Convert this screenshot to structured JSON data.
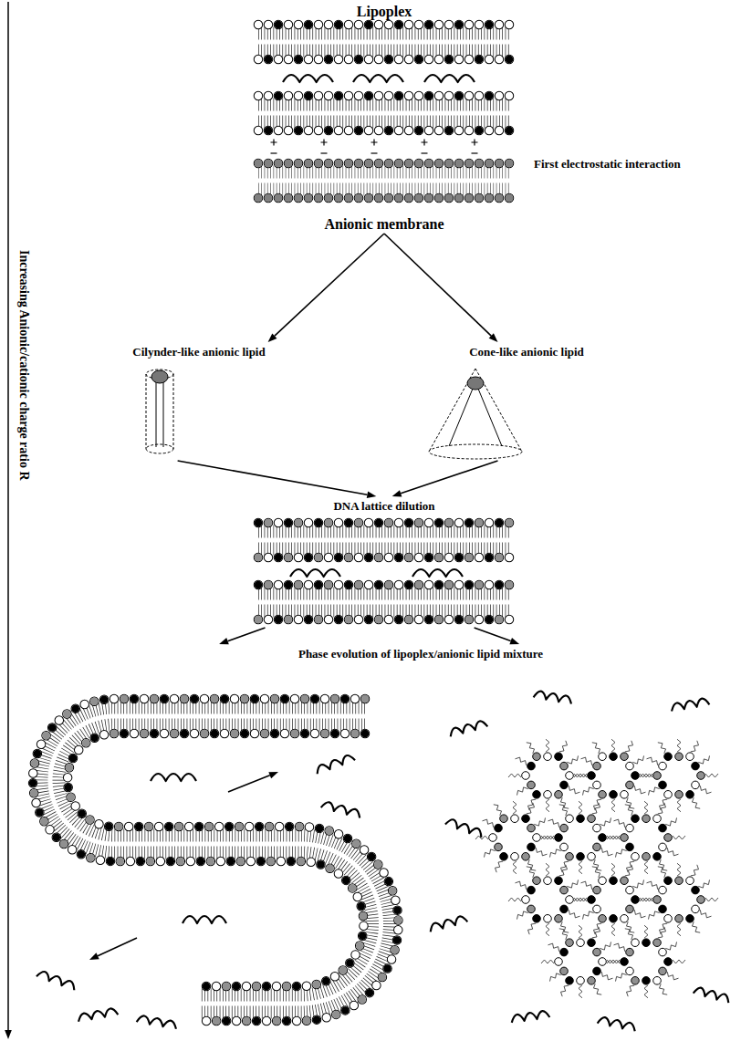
{
  "diagram": {
    "nodes": [
      {
        "text": [
          "Lipoplex",
          "Anionic membrane"
        ]
      },
      {
        "text": [
          "Cilynder-like anionic lipid"
        ]
      },
      {
        "text": [
          "Cone-like anionic lipid"
        ]
      },
      {
        "text": [
          "DNA lattice dilution"
        ]
      },
      {
        "text": [
          "Phase evolution of lipoplex/anionic lipid mixture"
        ]
      }
    ],
    "edges": [
      {
        "from": 0,
        "to": 1,
        "arrow": "to"
      },
      {
        "from": 0,
        "to": 2,
        "arrow": "to"
      },
      {
        "from": 1,
        "to": 3,
        "arrow": "to"
      },
      {
        "from": 2,
        "to": 3,
        "arrow": "to"
      },
      {
        "from": 3,
        "to": 4,
        "arrow": "to"
      },
      {
        "from": 3,
        "to": 4,
        "arrow": "to"
      }
    ],
    "labels": [
      "First electrostatic interaction",
      "Increasing Anionic/cationic charge ratio R"
    ]
  }
}
